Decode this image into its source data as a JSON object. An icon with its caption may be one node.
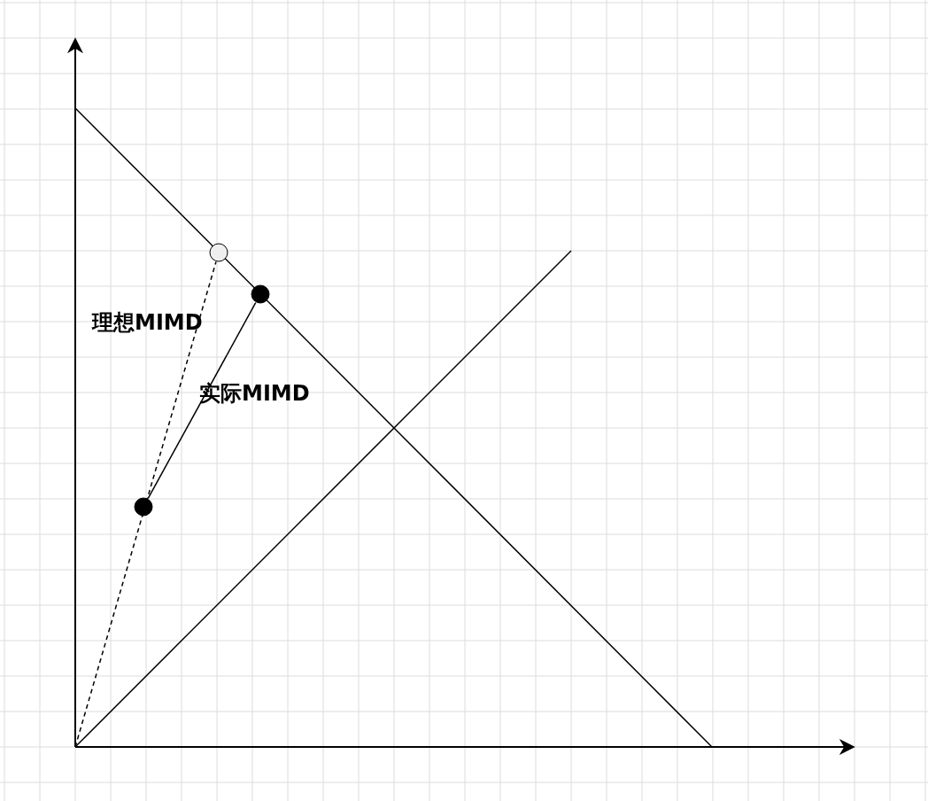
{
  "diagram": {
    "nodes": [
      {
        "text": [],
        "shape": "circle"
      },
      {
        "text": [],
        "shape": "circle"
      },
      {
        "text": [],
        "shape": "circle"
      }
    ],
    "edges": [
      {
        "from": null,
        "to": 0,
        "arrow": "none",
        "style": "dashed"
      },
      {
        "from": 2,
        "to": 1,
        "arrow": "none"
      }
    ],
    "labels": [
      "理想MIMD",
      "实际MIMD"
    ]
  }
}
